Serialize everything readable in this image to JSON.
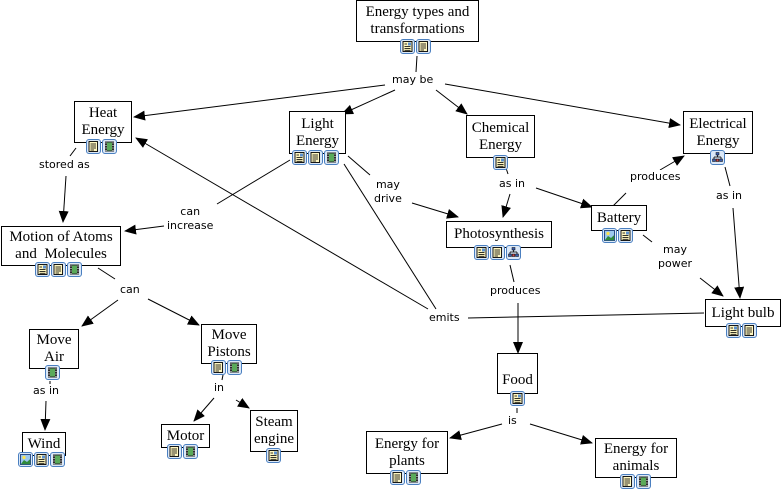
{
  "diagram": {
    "title": "Energy types and transformations concept map",
    "nodes": {
      "energy_types": {
        "label": "Energy types and\ntransformations",
        "icons": [
          "text-image-resource",
          "text-resource"
        ]
      },
      "heat_energy": {
        "label": "Heat\nEnergy",
        "icons": [
          "text-resource",
          "video-resource"
        ]
      },
      "light_energy": {
        "label": "Light\nEnergy",
        "icons": [
          "text-image-resource",
          "text-resource",
          "video-resource"
        ]
      },
      "chemical_energy": {
        "label": "Chemical\nEnergy",
        "icons": [
          "text-image-resource"
        ]
      },
      "electrical_energy": {
        "label": "Electrical\nEnergy",
        "icons": [
          "concept-map-resource"
        ]
      },
      "motion_atoms": {
        "label": "Motion of Atoms\nand  Molecules",
        "icons": [
          "text-image-resource",
          "text-resource",
          "video-resource"
        ]
      },
      "photosynthesis": {
        "label": "Photosynthesis",
        "icons": [
          "text-image-resource",
          "text-resource",
          "concept-map-resource"
        ]
      },
      "battery": {
        "label": "Battery",
        "icons": [
          "image-resource",
          "text-image-resource"
        ]
      },
      "light_bulb": {
        "label": "Light bulb",
        "icons": [
          "text-image-resource",
          "text-resource"
        ]
      },
      "move_air": {
        "label": "Move\nAir",
        "icons": [
          "video-resource"
        ]
      },
      "move_pistons": {
        "label": "Move\nPistons",
        "icons": [
          "text-resource",
          "video-resource"
        ]
      },
      "wind": {
        "label": "Wind",
        "icons": [
          "image-resource",
          "text-image-resource",
          "video-resource"
        ]
      },
      "motor": {
        "label": "Motor",
        "icons": [
          "text-resource",
          "video-resource"
        ]
      },
      "steam_engine": {
        "label": "Steam\nengine",
        "icons": [
          "text-image-resource"
        ]
      },
      "food": {
        "label": "Food",
        "icons": [
          "text-image-resource"
        ]
      },
      "energy_plants": {
        "label": "Energy for\nplants",
        "icons": [
          "text-resource",
          "video-resource"
        ]
      },
      "energy_animals": {
        "label": "Energy for\nanimals",
        "icons": [
          "text-resource",
          "video-resource"
        ]
      }
    },
    "links": {
      "may_be": "may be",
      "stored_as": "stored as",
      "can_increase": "can\nincrease",
      "may_drive": "may\ndrive",
      "as_in_chem": "as in",
      "produces_batt": "produces",
      "as_in_elec": "as in",
      "can": "can",
      "produces_photo": "produces",
      "may_power": "may\npower",
      "emits": "emits",
      "as_in_air": "as in",
      "in": "in",
      "is": "is"
    },
    "connections": [
      {
        "from": "energy_types",
        "via": "may_be",
        "to": [
          "heat_energy",
          "light_energy",
          "chemical_energy",
          "electrical_energy"
        ]
      },
      {
        "from": "heat_energy",
        "via": "stored_as",
        "to": [
          "motion_atoms"
        ]
      },
      {
        "from": "light_energy",
        "via": "can_increase",
        "to": [
          "motion_atoms"
        ]
      },
      {
        "from": "light_energy",
        "via": "may_drive",
        "to": [
          "photosynthesis"
        ]
      },
      {
        "from": "chemical_energy",
        "via": "as_in_chem",
        "to": [
          "photosynthesis",
          "battery"
        ]
      },
      {
        "from": "battery",
        "via": "produces_batt",
        "to": [
          "electrical_energy"
        ]
      },
      {
        "from": "electrical_energy",
        "via": "as_in_elec",
        "to": [
          "light_bulb"
        ]
      },
      {
        "from": "battery",
        "via": "may_power",
        "to": [
          "light_bulb"
        ]
      },
      {
        "from": "light_bulb",
        "via": "emits",
        "to": [
          "heat_energy",
          "light_energy"
        ]
      },
      {
        "from": "motion_atoms",
        "via": "can",
        "to": [
          "move_air",
          "move_pistons"
        ]
      },
      {
        "from": "move_air",
        "via": "as_in_air",
        "to": [
          "wind"
        ]
      },
      {
        "from": "move_pistons",
        "via": "in",
        "to": [
          "motor",
          "steam_engine"
        ]
      },
      {
        "from": "photosynthesis",
        "via": "produces_photo",
        "to": [
          "food"
        ]
      },
      {
        "from": "food",
        "via": "is",
        "to": [
          "energy_plants",
          "energy_animals"
        ]
      }
    ]
  }
}
